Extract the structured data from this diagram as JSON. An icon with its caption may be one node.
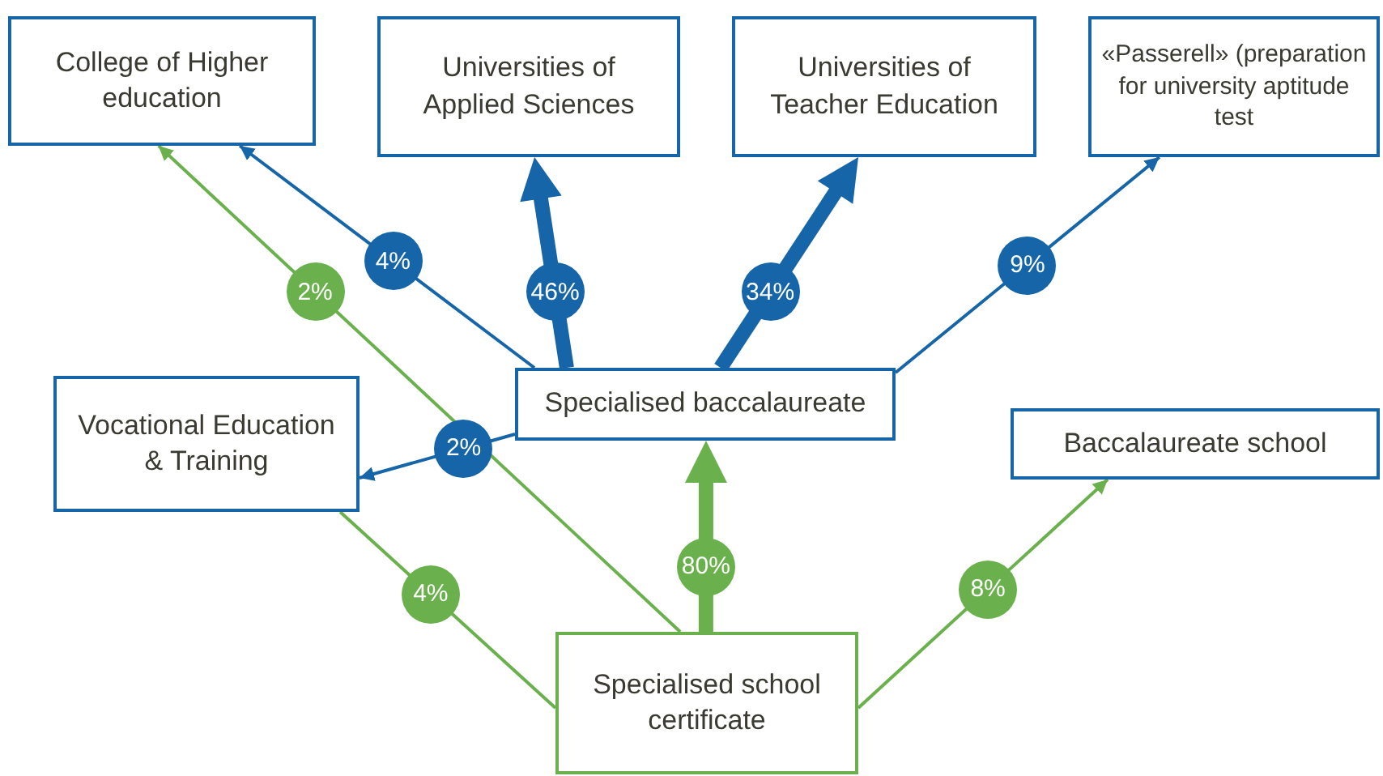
{
  "diagram": {
    "nodes": [
      {
        "text": [
          "College of Higher education"
        ]
      },
      {
        "text": [
          "Universities of Applied Sciences"
        ]
      },
      {
        "text": [
          "Universities of Teacher Education"
        ]
      },
      {
        "text": [
          "«Passerell» (preparation for university aptitude test"
        ]
      },
      {
        "text": [
          "Specialised baccalaureate"
        ]
      },
      {
        "text": [
          "Vocational Education & Training"
        ]
      },
      {
        "text": [
          "Baccalaureate school"
        ]
      },
      {
        "text": [
          "Specialised school certificate"
        ]
      }
    ],
    "edges": [
      {
        "from": 4,
        "to": 0,
        "arrow": "to",
        "label": "4%"
      },
      {
        "from": 4,
        "to": 1,
        "arrow": "to",
        "label": "46%",
        "style": "thick"
      },
      {
        "from": 4,
        "to": 2,
        "arrow": "to",
        "label": "34%",
        "style": "thick"
      },
      {
        "from": 4,
        "to": 3,
        "arrow": "to",
        "label": "9%"
      },
      {
        "from": 4,
        "to": 5,
        "arrow": "to",
        "label": "2%"
      },
      {
        "from": 7,
        "to": 0,
        "arrow": "to",
        "label": "2%",
        "color": "#6ab04c"
      },
      {
        "from": 7,
        "to": 5,
        "arrow": "none",
        "label": "4%",
        "color": "#6ab04c"
      },
      {
        "from": 7,
        "to": 4,
        "arrow": "to",
        "label": "80%",
        "style": "thick",
        "color": "#6ab04c"
      },
      {
        "from": 7,
        "to": 6,
        "arrow": "to",
        "label": "8%",
        "color": "#6ab04c"
      }
    ]
  }
}
